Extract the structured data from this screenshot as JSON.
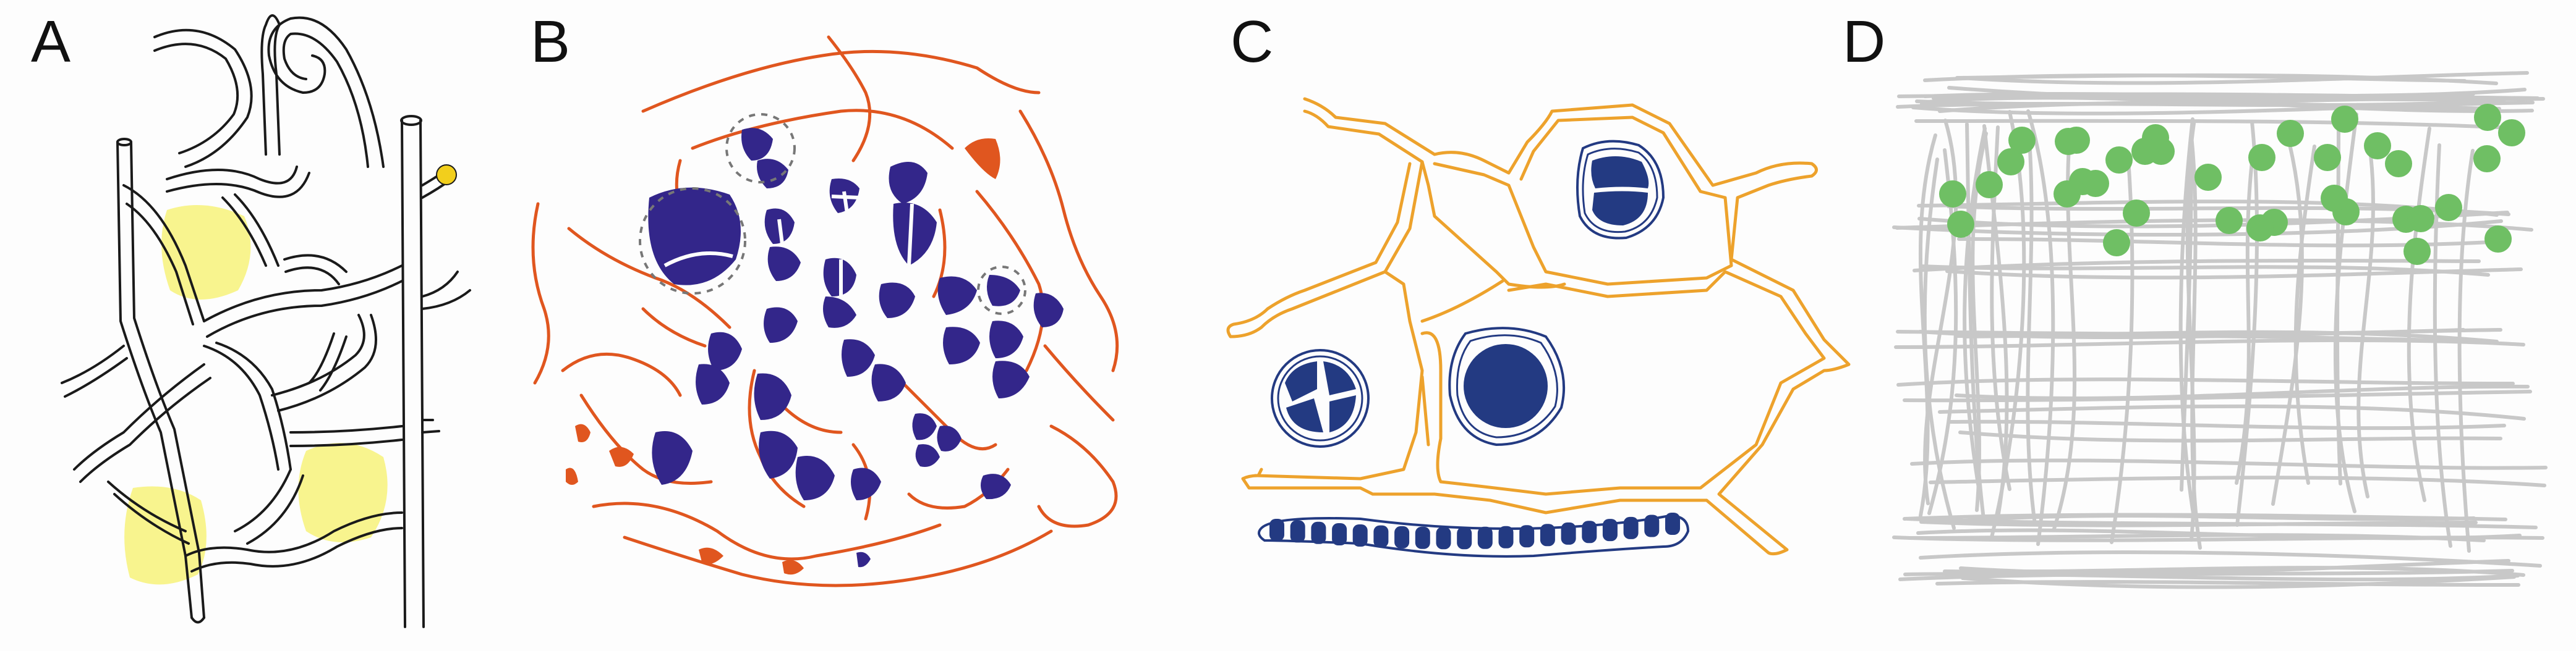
{
  "panels": [
    {
      "label": "A"
    },
    {
      "label": "B"
    },
    {
      "label": "C"
    },
    {
      "label": "D"
    }
  ],
  "colors": {
    "background": "#fdfdfd",
    "hyphae_outline": "#1a1a1a",
    "yellow_patch": "#f7f27a",
    "yellow_dot": "#f2cf1c",
    "orange_network": "#e0561f",
    "blue_cells": "#33268a",
    "navy_cells": "#233a82",
    "orange_walls": "#eda22c",
    "grey_filaments": "#c8c8c8",
    "green_dots": "#6fbf64"
  }
}
